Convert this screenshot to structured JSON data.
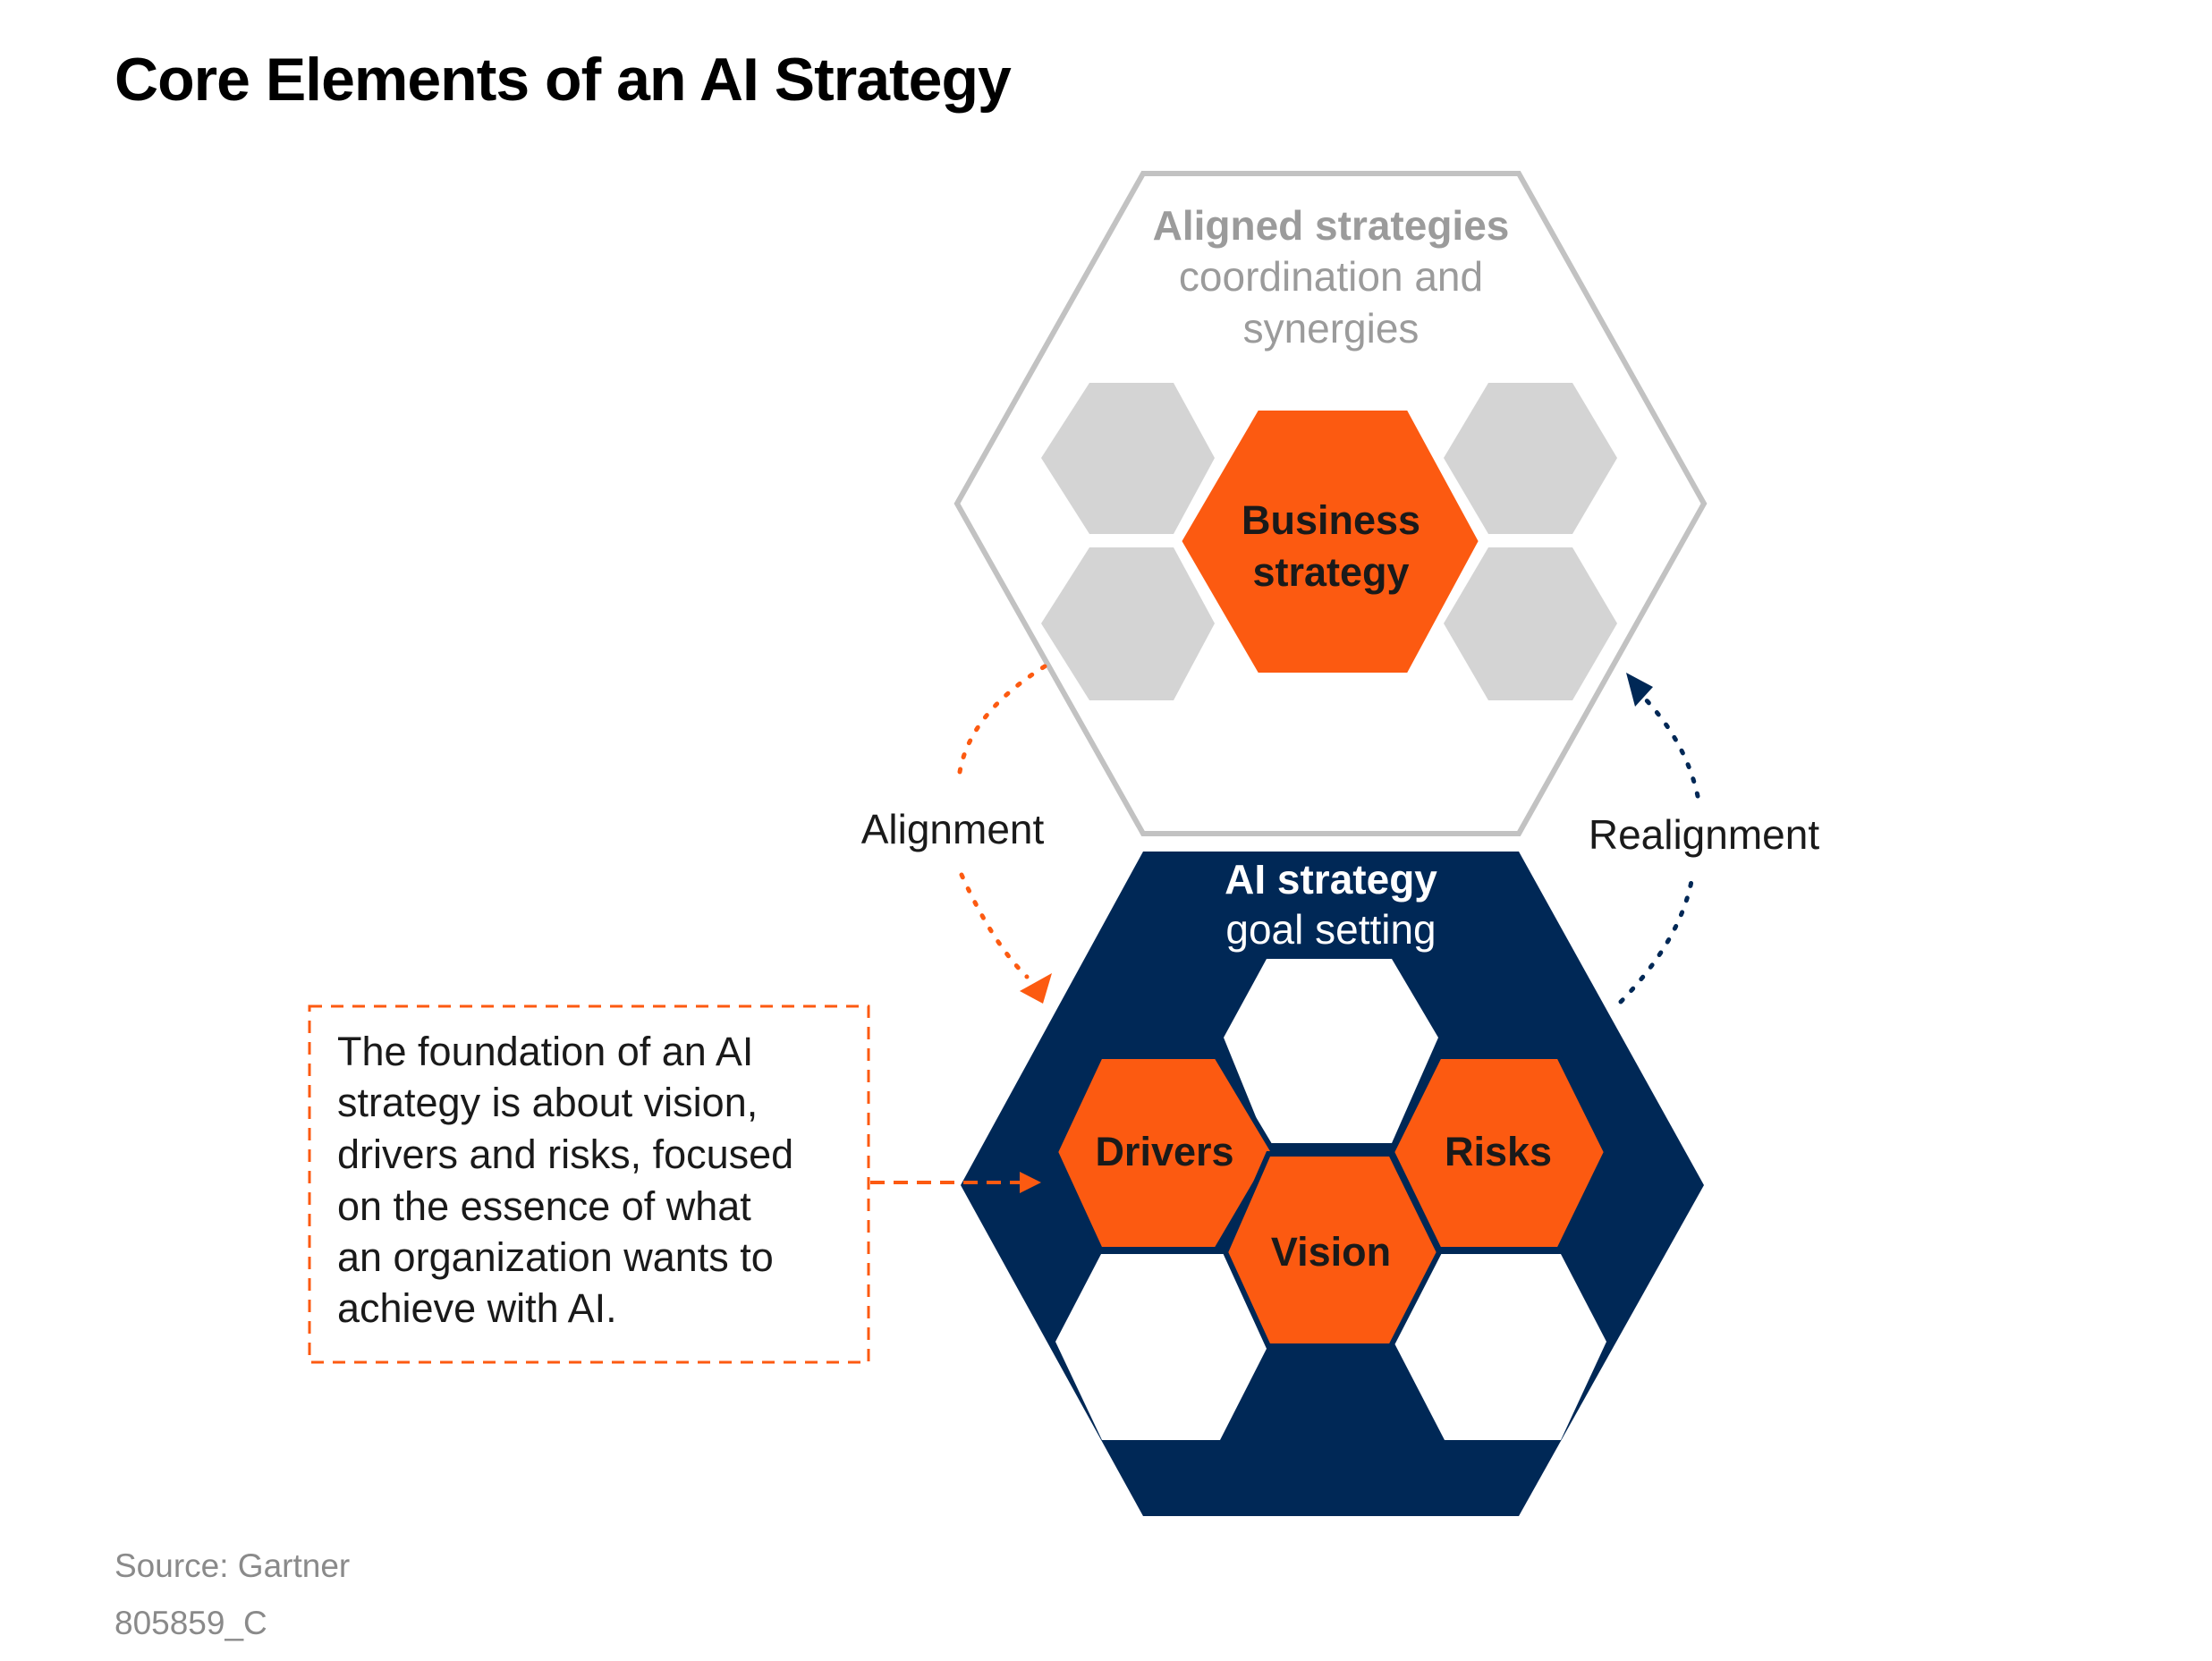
{
  "title": "Core Elements of an AI Strategy",
  "colors": {
    "orange": "#fc5a11",
    "navy": "#002856",
    "gray_fill": "#d4d4d4",
    "gray_stroke": "#c2c2c2",
    "gray_text": "#9b9b9b"
  },
  "aligned": {
    "title": "Aligned strategies",
    "lines": [
      "coordination and",
      "synergies"
    ]
  },
  "business": {
    "lines": [
      "Business",
      "strategy"
    ]
  },
  "ai": {
    "title": "AI strategy",
    "subtitle": "goal setting"
  },
  "elements": {
    "drivers": "Drivers",
    "risks": "Risks",
    "vision": "Vision"
  },
  "arrows": {
    "left": "Alignment",
    "right": "Realignment"
  },
  "note": {
    "lines": [
      "The foundation of an AI",
      "strategy is about vision,",
      "drivers and risks, focused",
      "on the essence of what",
      "an organization wants to",
      "achieve with AI."
    ]
  },
  "footer": {
    "source": "Source: Gartner",
    "code": "805859_C"
  }
}
